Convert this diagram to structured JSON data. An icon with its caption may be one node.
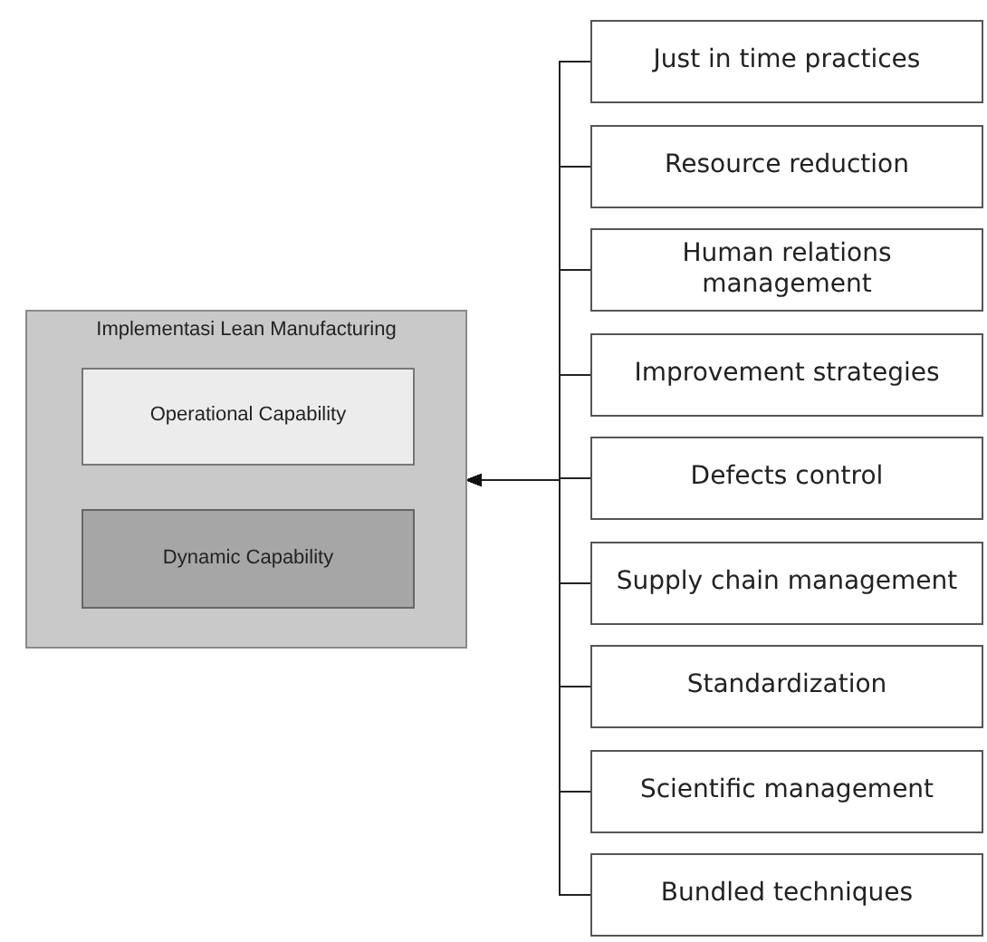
{
  "diagram": {
    "nodes": [
      {
        "text": [
          "Implementasi Lean Manufacturing"
        ]
      },
      {
        "text": [
          "Operational Capability"
        ],
        "in": 0
      },
      {
        "text": [
          "Dynamic Capability"
        ],
        "in": 0
      },
      {
        "text": [
          "Just in time practices"
        ]
      },
      {
        "text": [
          "Resource reduction"
        ]
      },
      {
        "text": [
          "Human relations management"
        ]
      },
      {
        "text": [
          "Improvement strategies"
        ]
      },
      {
        "text": [
          "Defects control"
        ]
      },
      {
        "text": [
          "Supply chain management"
        ]
      },
      {
        "text": [
          "Standardization"
        ]
      },
      {
        "text": [
          "Scientific management"
        ]
      },
      {
        "text": [
          "Bundled techniques"
        ]
      }
    ],
    "edges": [
      {
        "from": 3,
        "to": 0,
        "arrow": "to"
      },
      {
        "from": 4,
        "to": 0,
        "arrow": "to"
      },
      {
        "from": 5,
        "to": 0,
        "arrow": "to"
      },
      {
        "from": 6,
        "to": 0,
        "arrow": "to"
      },
      {
        "from": 7,
        "to": 0,
        "arrow": "to"
      },
      {
        "from": 8,
        "to": 0,
        "arrow": "to"
      },
      {
        "from": 9,
        "to": 0,
        "arrow": "to"
      },
      {
        "from": 10,
        "to": 0,
        "arrow": "to"
      },
      {
        "from": 11,
        "to": 0,
        "arrow": "to"
      }
    ]
  }
}
